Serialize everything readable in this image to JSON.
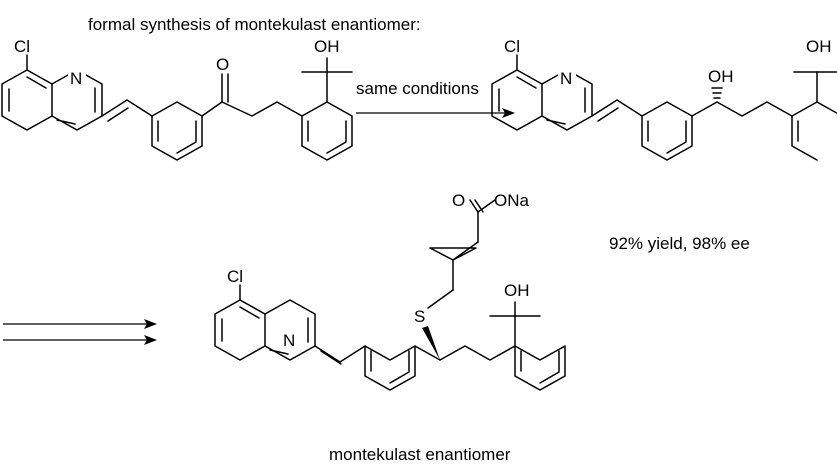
{
  "header": "formal synthesis of montekulast enantiomer:",
  "reaction_arrow_label": "same conditions",
  "yield_label": "92% yield, 98% ee",
  "product_label": "montekulast enantiomer",
  "atoms": {
    "cl": "Cl",
    "n": "N",
    "o": "O",
    "oh": "OH",
    "s": "S",
    "ona": "ONa"
  }
}
